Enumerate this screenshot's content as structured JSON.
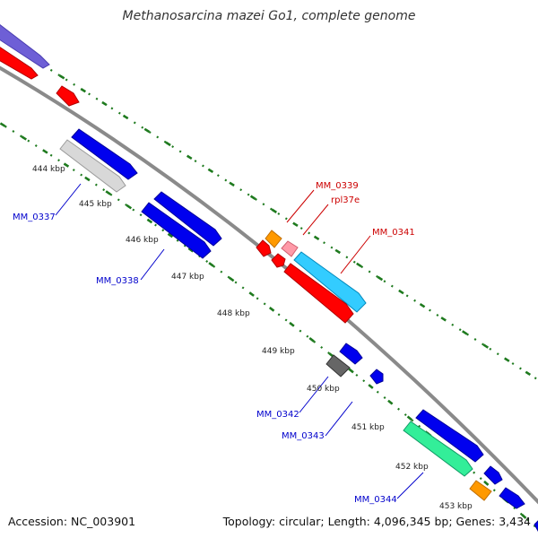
{
  "title": "Methanosarcina mazei Go1, complete genome",
  "footer": {
    "accession": "Accession: NC_003901",
    "topology": "Topology: circular; Length: 4,096,345 bp; Genes: 3,434"
  },
  "colors": {
    "backbone": "#8a8a8a",
    "tick": "#1e7a1e",
    "forward_label": "#cc0000",
    "reverse_label": "#0000cc"
  },
  "ticks": [
    {
      "label": "444 kbp",
      "kbp": 444
    },
    {
      "label": "445 kbp",
      "kbp": 445
    },
    {
      "label": "446 kbp",
      "kbp": 446
    },
    {
      "label": "447 kbp",
      "kbp": 447
    },
    {
      "label": "448 kbp",
      "kbp": 448
    },
    {
      "label": "449 kbp",
      "kbp": 449
    },
    {
      "label": "450 kbp",
      "kbp": 450
    },
    {
      "label": "451 kbp",
      "kbp": 451
    },
    {
      "label": "452 kbp",
      "kbp": 452
    },
    {
      "label": "453 kbp",
      "kbp": 453
    }
  ],
  "gene_labels": [
    {
      "text": "MM_0337",
      "strand": "reverse"
    },
    {
      "text": "MM_0338",
      "strand": "reverse"
    },
    {
      "text": "MM_0339",
      "strand": "forward"
    },
    {
      "text": "rpl37e",
      "strand": "forward"
    },
    {
      "text": "MM_0341",
      "strand": "forward"
    },
    {
      "text": "MM_0342",
      "strand": "reverse"
    },
    {
      "text": "MM_0343",
      "strand": "reverse"
    },
    {
      "text": "MM_0344",
      "strand": "reverse"
    }
  ]
}
